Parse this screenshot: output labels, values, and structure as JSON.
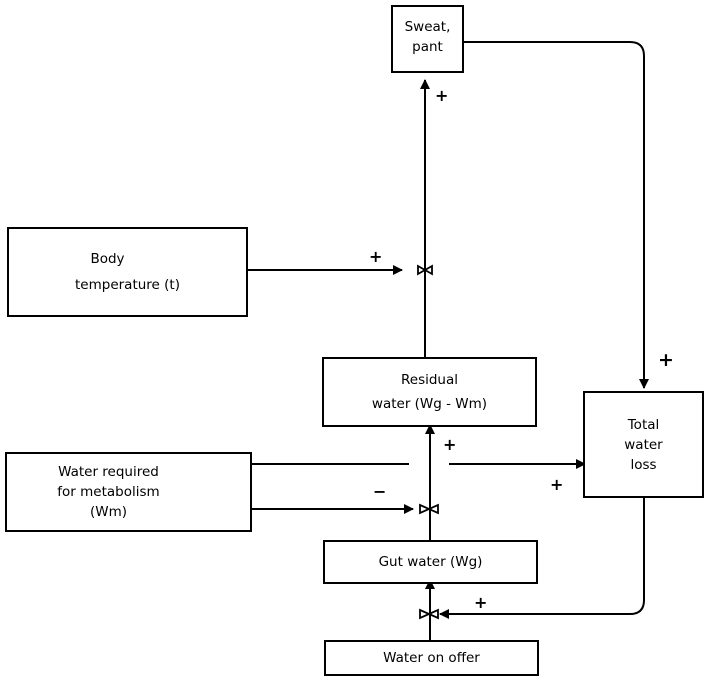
{
  "nodes": {
    "sweat_pant": {
      "lines": [
        "Sweat,",
        "pant"
      ]
    },
    "body_temperature": {
      "lines": [
        "Body",
        "temperature (t)"
      ]
    },
    "residual_water": {
      "lines": [
        "Residual",
        "water (Wg - Wm)"
      ]
    },
    "total_water_loss": {
      "lines": [
        "Total",
        "water",
        "loss"
      ]
    },
    "water_required": {
      "lines": [
        "Water required",
        "for metabolism",
        "(Wm)"
      ]
    },
    "gut_water": {
      "lines": [
        "Gut water (Wg)"
      ]
    },
    "water_on_offer": {
      "lines": [
        "Water on offer"
      ]
    }
  },
  "signs": {
    "residual_to_sweat": "+",
    "temp_to_valve": "+",
    "sweat_to_total": "+",
    "residual_to_total_upper": "+",
    "residual_to_total_lower": "+",
    "metabolism_to_valve": "−",
    "total_to_intake_valve": "+"
  },
  "colors": {
    "ink": "#000000",
    "background": "#ffffff"
  }
}
